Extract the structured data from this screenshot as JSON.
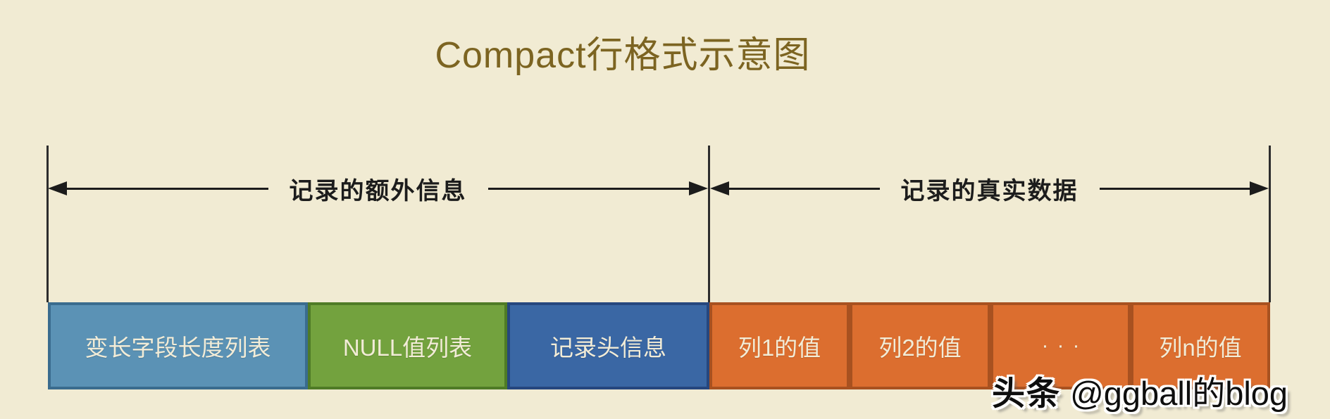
{
  "title": "Compact行格式示意图",
  "sections": [
    {
      "label": "记录的额外信息"
    },
    {
      "label": "记录的真实数据"
    }
  ],
  "boxes": [
    {
      "label": "变长字段长度列表",
      "fill": "#5b92b5",
      "border": "#3a6c8e"
    },
    {
      "label": "NULL值列表",
      "fill": "#73a23e",
      "border": "#4f7b26"
    },
    {
      "label": "记录头信息",
      "fill": "#3a67a4",
      "border": "#26477e"
    },
    {
      "label": "列1的值",
      "fill": "#dc6e2f",
      "border": "#a85120"
    },
    {
      "label": "列2的值",
      "fill": "#dc6e2f",
      "border": "#a85120"
    },
    {
      "label": "···",
      "fill": "#dc6e2f",
      "border": "#a85120"
    },
    {
      "label": "列n的值",
      "fill": "#dc6e2f",
      "border": "#a85120"
    }
  ],
  "watermark": {
    "brand": "头条",
    "handle": "@ggball的blog"
  },
  "colors": {
    "background": "#f1ebd3",
    "title": "#7c6421",
    "line": "#1c1c1c",
    "box_text": "#f2ecd7"
  }
}
